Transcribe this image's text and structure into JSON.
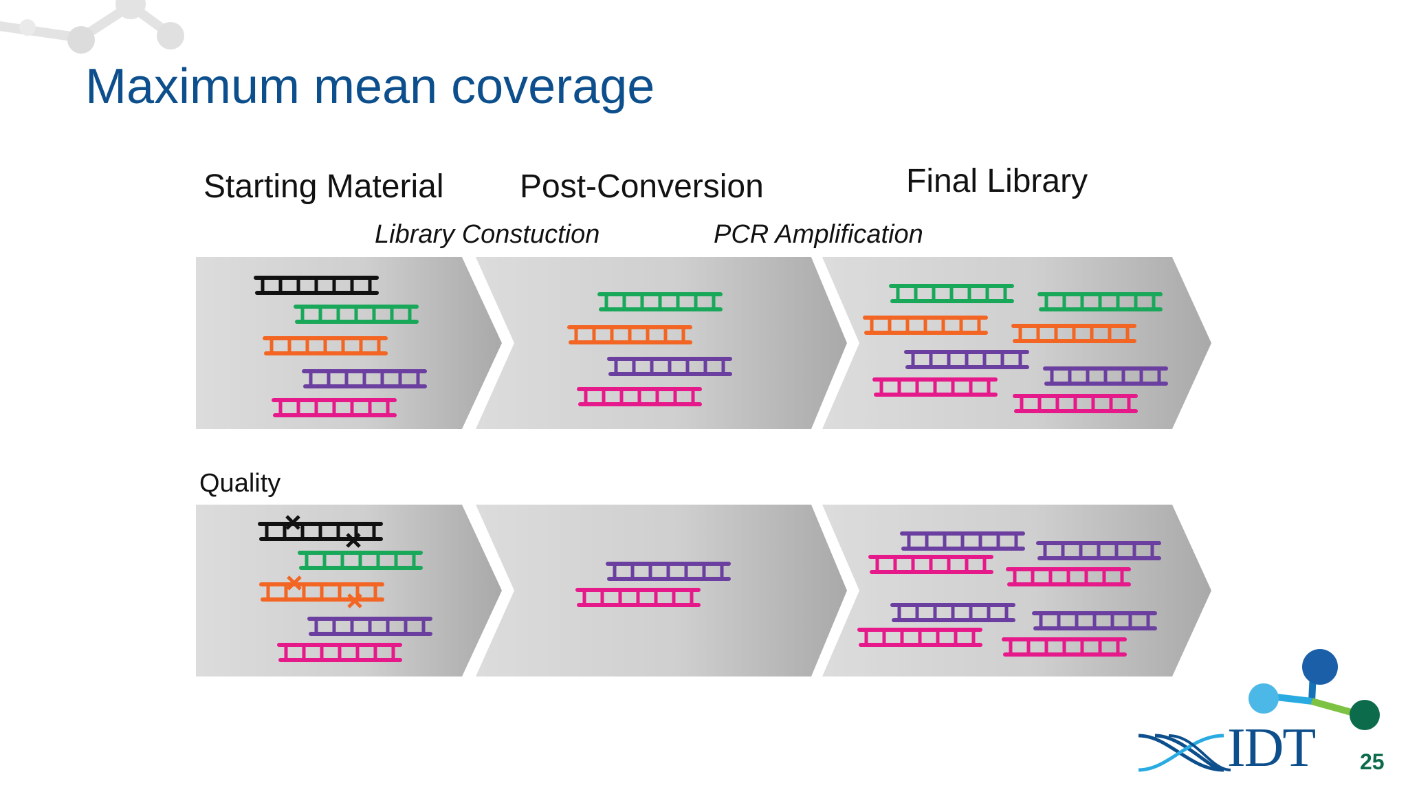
{
  "title": "Maximum mean coverage",
  "stages": [
    "Starting Material",
    "Post-Conversion",
    "Final Library"
  ],
  "steps": [
    "Library Constuction",
    "PCR Amplification"
  ],
  "quality_label": "Quality",
  "logo": "IDT",
  "page_number": "25",
  "colors": {
    "title": "#0d4f8c",
    "black": "#111111",
    "green": "#19a85a",
    "orange": "#f26522",
    "purple": "#6b3fa0",
    "pink": "#e6198a"
  },
  "row_top": {
    "name": "coverage-row",
    "panels": [
      [
        "black",
        "green",
        "orange",
        "purple",
        "pink"
      ],
      [
        "green",
        "orange",
        "purple",
        "pink"
      ],
      [
        "green",
        "orange",
        "purple",
        "pink",
        "green",
        "orange",
        "purple",
        "pink"
      ]
    ]
  },
  "row_bottom": {
    "name": "quality-row",
    "panels": [
      [
        "black",
        "green",
        "orange",
        "purple",
        "pink"
      ],
      [
        "purple",
        "pink"
      ],
      [
        "purple",
        "pink",
        "purple",
        "pink",
        "purple",
        "pink",
        "purple",
        "pink"
      ]
    ],
    "damaged": [
      "black",
      "orange"
    ]
  }
}
